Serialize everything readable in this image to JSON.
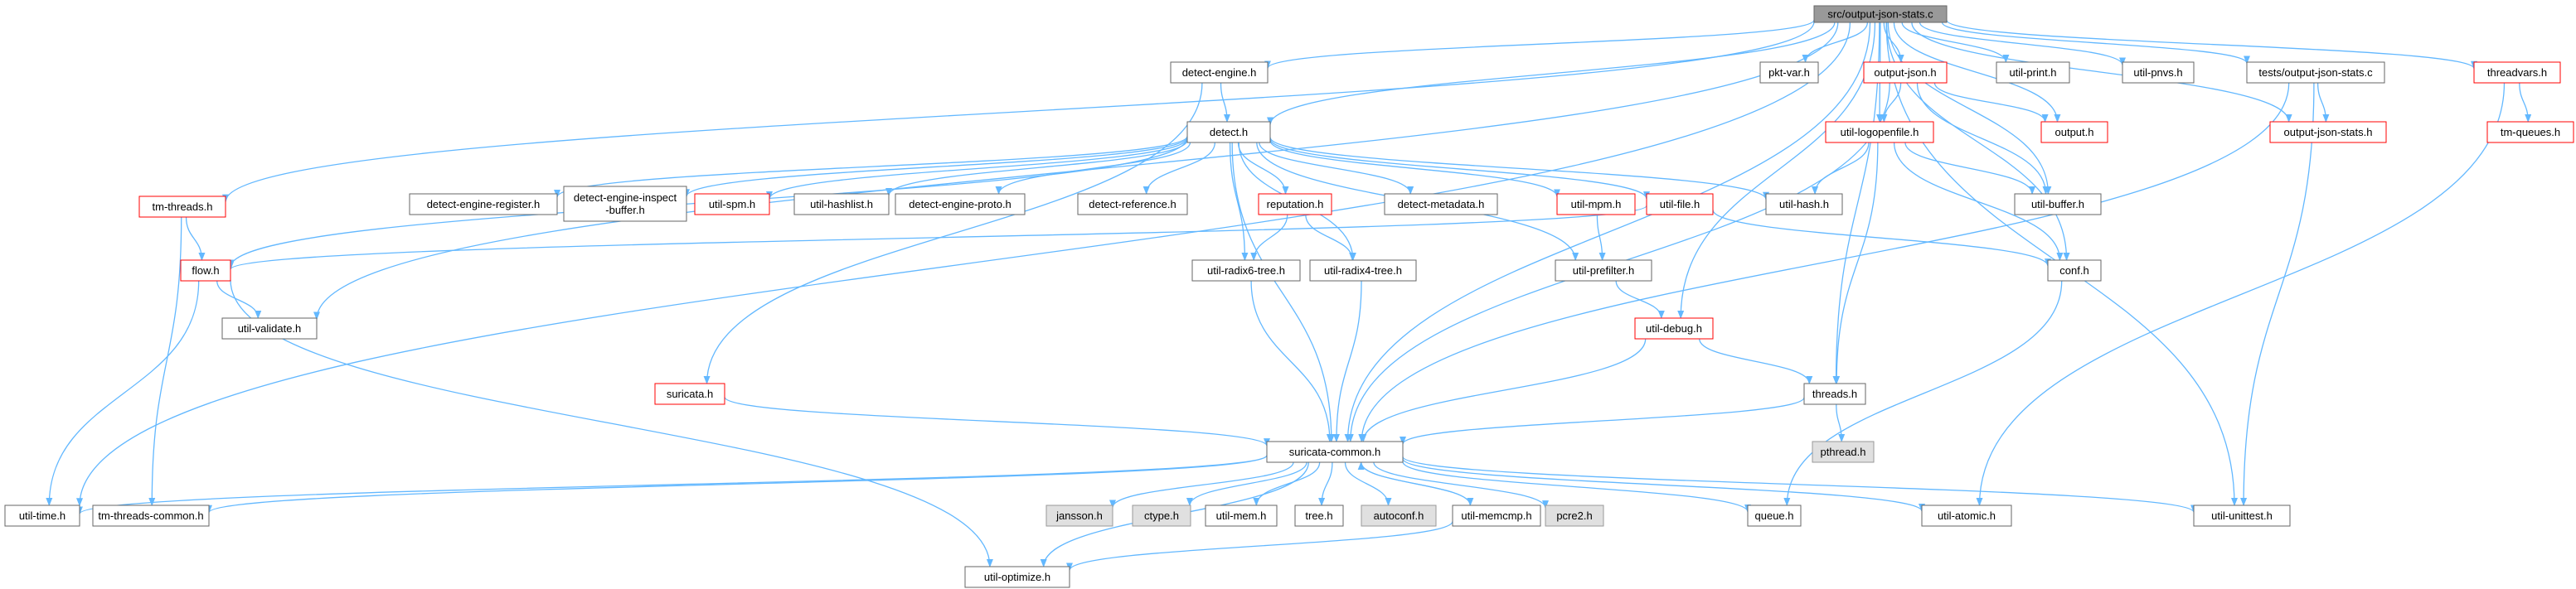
{
  "graph": {
    "edge_color": "#63b8ff",
    "node_border_default": "#666666",
    "node_border_incomplete": "#ff0000",
    "node_fill_root": "#999999",
    "node_fill_system": "#e0e0e0",
    "nodes": [
      {
        "id": "root",
        "label": "src/output-json-stats.c",
        "kind": "root"
      },
      {
        "id": "detect_engine",
        "label": "detect-engine.h",
        "kind": "normal"
      },
      {
        "id": "pkt_var",
        "label": "pkt-var.h",
        "kind": "normal"
      },
      {
        "id": "output_json",
        "label": "output-json.h",
        "kind": "red"
      },
      {
        "id": "util_print",
        "label": "util-print.h",
        "kind": "normal"
      },
      {
        "id": "util_pnvs",
        "label": "util-pnvs.h",
        "kind": "normal"
      },
      {
        "id": "tests_ojs",
        "label": "tests/output-json-stats.c",
        "kind": "normal"
      },
      {
        "id": "threadvars",
        "label": "threadvars.h",
        "kind": "red"
      },
      {
        "id": "tm_threads",
        "label": "tm-threads.h",
        "kind": "red"
      },
      {
        "id": "detect",
        "label": "detect.h",
        "kind": "normal"
      },
      {
        "id": "util_logopenfile",
        "label": "util-logopenfile.h",
        "kind": "red"
      },
      {
        "id": "output",
        "label": "output.h",
        "kind": "red"
      },
      {
        "id": "output_json_stats",
        "label": "output-json-stats.h",
        "kind": "red"
      },
      {
        "id": "tm_queues",
        "label": "tm-queues.h",
        "kind": "red"
      },
      {
        "id": "der",
        "label": "detect-engine-register.h",
        "kind": "normal"
      },
      {
        "id": "deib",
        "label": "detect-engine-inspect\n-buffer.h",
        "kind": "normal"
      },
      {
        "id": "util_spm",
        "label": "util-spm.h",
        "kind": "red"
      },
      {
        "id": "util_hashlist",
        "label": "util-hashlist.h",
        "kind": "normal"
      },
      {
        "id": "dep",
        "label": "detect-engine-proto.h",
        "kind": "normal"
      },
      {
        "id": "detect_reference",
        "label": "detect-reference.h",
        "kind": "normal"
      },
      {
        "id": "reputation",
        "label": "reputation.h",
        "kind": "red"
      },
      {
        "id": "detect_metadata",
        "label": "detect-metadata.h",
        "kind": "normal"
      },
      {
        "id": "util_mpm",
        "label": "util-mpm.h",
        "kind": "red"
      },
      {
        "id": "util_file",
        "label": "util-file.h",
        "kind": "red"
      },
      {
        "id": "util_hash",
        "label": "util-hash.h",
        "kind": "normal"
      },
      {
        "id": "util_buffer",
        "label": "util-buffer.h",
        "kind": "normal"
      },
      {
        "id": "flow",
        "label": "flow.h",
        "kind": "red"
      },
      {
        "id": "util_validate",
        "label": "util-validate.h",
        "kind": "normal"
      },
      {
        "id": "radix6",
        "label": "util-radix6-tree.h",
        "kind": "normal"
      },
      {
        "id": "radix4",
        "label": "util-radix4-tree.h",
        "kind": "normal"
      },
      {
        "id": "util_prefilter",
        "label": "util-prefilter.h",
        "kind": "normal"
      },
      {
        "id": "conf",
        "label": "conf.h",
        "kind": "normal"
      },
      {
        "id": "util_debug",
        "label": "util-debug.h",
        "kind": "red"
      },
      {
        "id": "suricata",
        "label": "suricata.h",
        "kind": "red"
      },
      {
        "id": "threads",
        "label": "threads.h",
        "kind": "normal"
      },
      {
        "id": "pthread",
        "label": "pthread.h",
        "kind": "gray"
      },
      {
        "id": "sc",
        "label": "suricata-common.h",
        "kind": "normal"
      },
      {
        "id": "util_time",
        "label": "util-time.h",
        "kind": "normal"
      },
      {
        "id": "tm_threads_common",
        "label": "tm-threads-common.h",
        "kind": "normal"
      },
      {
        "id": "jansson",
        "label": "jansson.h",
        "kind": "gray"
      },
      {
        "id": "ctype",
        "label": "ctype.h",
        "kind": "gray"
      },
      {
        "id": "util_mem",
        "label": "util-mem.h",
        "kind": "normal"
      },
      {
        "id": "tree",
        "label": "tree.h",
        "kind": "normal"
      },
      {
        "id": "autoconf",
        "label": "autoconf.h",
        "kind": "gray"
      },
      {
        "id": "util_memcmp",
        "label": "util-memcmp.h",
        "kind": "normal"
      },
      {
        "id": "pcre2",
        "label": "pcre2.h",
        "kind": "gray"
      },
      {
        "id": "queue",
        "label": "queue.h",
        "kind": "normal"
      },
      {
        "id": "util_atomic",
        "label": "util-atomic.h",
        "kind": "normal"
      },
      {
        "id": "util_unittest",
        "label": "util-unittest.h",
        "kind": "normal"
      },
      {
        "id": "util_optimize",
        "label": "util-optimize.h",
        "kind": "normal"
      }
    ],
    "edges": [
      [
        "root",
        "detect_engine"
      ],
      [
        "root",
        "pkt_var"
      ],
      [
        "root",
        "output_json"
      ],
      [
        "root",
        "util_print"
      ],
      [
        "root",
        "util_pnvs"
      ],
      [
        "root",
        "tests_ojs"
      ],
      [
        "root",
        "threadvars"
      ],
      [
        "root",
        "tm_threads"
      ],
      [
        "root",
        "detect"
      ],
      [
        "root",
        "util_logopenfile"
      ],
      [
        "root",
        "output"
      ],
      [
        "root",
        "output_json_stats"
      ],
      [
        "root",
        "util_buffer"
      ],
      [
        "root",
        "conf"
      ],
      [
        "root",
        "util_debug"
      ],
      [
        "root",
        "threads"
      ],
      [
        "root",
        "util_validate"
      ],
      [
        "root",
        "sc"
      ],
      [
        "root",
        "util_time"
      ],
      [
        "root",
        "util_unittest"
      ],
      [
        "detect_engine",
        "detect"
      ],
      [
        "detect_engine",
        "suricata"
      ],
      [
        "output_json",
        "util_logopenfile"
      ],
      [
        "output_json",
        "output"
      ],
      [
        "output_json",
        "util_buffer"
      ],
      [
        "output_json",
        "sc"
      ],
      [
        "tests_ojs",
        "output_json_stats"
      ],
      [
        "tests_ojs",
        "util_unittest"
      ],
      [
        "tests_ojs",
        "sc"
      ],
      [
        "threadvars",
        "tm_queues"
      ],
      [
        "threadvars",
        "util_atomic"
      ],
      [
        "tm_threads",
        "flow"
      ],
      [
        "tm_threads",
        "tm_threads_common"
      ],
      [
        "detect",
        "der"
      ],
      [
        "detect",
        "deib"
      ],
      [
        "detect",
        "util_spm"
      ],
      [
        "detect",
        "util_hashlist"
      ],
      [
        "detect",
        "dep"
      ],
      [
        "detect",
        "detect_reference"
      ],
      [
        "detect",
        "reputation"
      ],
      [
        "detect",
        "detect_metadata"
      ],
      [
        "detect",
        "util_mpm"
      ],
      [
        "detect",
        "util_file"
      ],
      [
        "detect",
        "util_hash"
      ],
      [
        "detect",
        "flow"
      ],
      [
        "detect",
        "radix6"
      ],
      [
        "detect",
        "radix4"
      ],
      [
        "detect",
        "util_prefilter"
      ],
      [
        "detect",
        "sc"
      ],
      [
        "util_logopenfile",
        "util_hash"
      ],
      [
        "util_logopenfile",
        "util_buffer"
      ],
      [
        "util_logopenfile",
        "conf"
      ],
      [
        "util_logopenfile",
        "threads"
      ],
      [
        "reputation",
        "radix6"
      ],
      [
        "reputation",
        "radix4"
      ],
      [
        "util_mpm",
        "util_prefilter"
      ],
      [
        "util_file",
        "flow"
      ],
      [
        "util_file",
        "conf"
      ],
      [
        "flow",
        "util_validate"
      ],
      [
        "flow",
        "util_time"
      ],
      [
        "flow",
        "util_optimize"
      ],
      [
        "radix6",
        "sc"
      ],
      [
        "radix4",
        "sc"
      ],
      [
        "util_prefilter",
        "util_debug"
      ],
      [
        "conf",
        "queue"
      ],
      [
        "util_debug",
        "threads"
      ],
      [
        "util_debug",
        "sc"
      ],
      [
        "suricata",
        "sc"
      ],
      [
        "threads",
        "pthread"
      ],
      [
        "threads",
        "sc"
      ],
      [
        "sc",
        "util_time"
      ],
      [
        "sc",
        "tm_threads_common"
      ],
      [
        "sc",
        "jansson"
      ],
      [
        "sc",
        "ctype"
      ],
      [
        "sc",
        "util_mem"
      ],
      [
        "sc",
        "tree"
      ],
      [
        "sc",
        "autoconf"
      ],
      [
        "sc",
        "util_memcmp"
      ],
      [
        "sc",
        "pcre2"
      ],
      [
        "sc",
        "queue"
      ],
      [
        "sc",
        "util_atomic"
      ],
      [
        "sc",
        "util_unittest"
      ],
      [
        "sc",
        "util_optimize"
      ],
      [
        "util_memcmp",
        "sc"
      ],
      [
        "util_memcmp",
        "util_optimize"
      ]
    ]
  }
}
